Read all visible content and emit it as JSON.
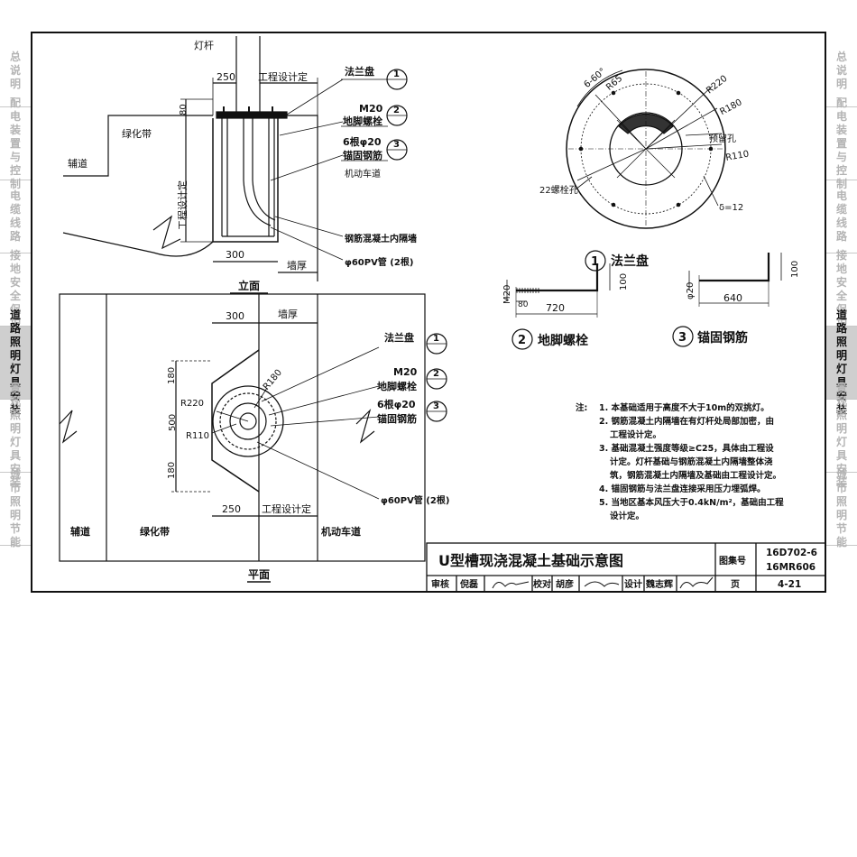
{
  "sidebar_left": [
    {
      "label": "总说明",
      "active": false
    },
    {
      "label": "配电装置与控制",
      "active": false
    },
    {
      "label": "电缆线路",
      "active": false
    },
    {
      "label": "接地安全保护",
      "active": false
    },
    {
      "label": "道路照明灯具安装",
      "active": true
    },
    {
      "label": "景观照明灯具安装",
      "active": false
    },
    {
      "label": "城市照明节能",
      "active": false
    }
  ],
  "sidebar_right": [
    {
      "label": "总说明",
      "active": false
    },
    {
      "label": "配电装置与控制",
      "active": false
    },
    {
      "label": "电缆线路",
      "active": false
    },
    {
      "label": "接地安全保护",
      "active": false
    },
    {
      "label": "道路照明灯具安装",
      "active": true
    },
    {
      "label": "景观照明灯具安装",
      "active": false
    },
    {
      "label": "城市照明节能",
      "active": false
    }
  ],
  "elevation": {
    "caption": "立面",
    "pole": "灯杆",
    "dim_top": "250",
    "engineering_top": "工程设计定",
    "dim_80": "80",
    "engineering_side": "工程设计定",
    "green_belt": "绿化带",
    "side_road": "辅道",
    "motor_lane": "机动车道",
    "dim_bottom": "300",
    "wall_thickness": "墙厚",
    "callout_flange": "法兰盘",
    "callout_m20": "M20",
    "callout_bolt": "地脚螺栓",
    "callout_bars": "6根φ20",
    "callout_anchor": "锚固钢筋",
    "callout_wall": "钢筋混凝土内隔墙",
    "callout_pipe": "φ60PV管 (2根)",
    "num1": "1",
    "num2": "2",
    "num3": "3"
  },
  "plan": {
    "caption": "平面",
    "dim_300": "300",
    "wall_thickness": "墙厚",
    "dim_180_top": "180",
    "dim_500": "500",
    "dim_180_bottom": "180",
    "r220": "R220",
    "r180": "R180",
    "r110": "R110",
    "dim_250": "250",
    "engineering": "工程设计定",
    "side_road": "辅道",
    "green_belt": "绿化带",
    "motor_lane": "机动车道",
    "callout_flange": "法兰盘",
    "callout_m20": "M20",
    "callout_bolt": "地脚螺栓",
    "callout_bars": "6根φ20",
    "callout_anchor": "锚固钢筋",
    "callout_pipe": "φ60PV管 (2根)",
    "num1": "1",
    "num2": "2",
    "num3": "3"
  },
  "flange_detail": {
    "title": "法兰盘",
    "num": "1",
    "angle": "6-60°",
    "r220": "R220",
    "r180": "R180",
    "r110": "R110",
    "r65": "R65",
    "reserved_hole": "预留孔",
    "bolt_holes": "22螺栓孔",
    "thickness": "δ=12"
  },
  "bolt_detail": {
    "title": "地脚螺栓",
    "num": "2",
    "m20": "M20",
    "dim_80": "80",
    "dim_720": "720",
    "dim_100": "100"
  },
  "bar_detail": {
    "title": "锚固钢筋",
    "num": "3",
    "phi20": "φ20",
    "dim_640": "640",
    "dim_100": "100"
  },
  "notes": {
    "prefix": "注:",
    "lines": [
      "1. 本基础适用于高度不大于10m的双挑灯。",
      "2. 钢筋混凝土内隔墙在有灯杆处局部加密，由",
      "工程设计定。",
      "3. 基础混凝土强度等级≥C25，具体由工程设",
      "计定。灯杆基础与钢筋混凝土内隔墙整体浇",
      "筑，钢筋混凝土内隔墙及基础由工程设计定。",
      "4. 锚固钢筋与法兰盘连接采用压力埋弧焊。",
      "5. 当地区基本风压大于0.4kN/m²，基础由工程",
      "设计定。"
    ]
  },
  "title_block": {
    "title": "U型槽现浇混凝土基础示意图",
    "atlas_label": "图集号",
    "atlas_no_1": "16D702-6",
    "atlas_no_2": "16MR606",
    "review_label": "审核",
    "reviewer": "倪磊",
    "check_label": "校对",
    "checker": "胡彦",
    "design_label": "设计",
    "designer": "魏志辉",
    "page_label": "页",
    "page_no": "4-21"
  }
}
